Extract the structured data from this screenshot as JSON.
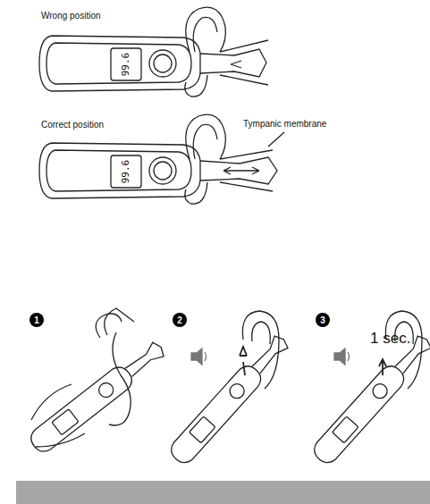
{
  "diagram": {
    "nodes": [
      {
        "text": [
          "1"
        ]
      },
      {
        "text": [
          "2"
        ]
      },
      {
        "text": [
          "3"
        ]
      }
    ],
    "labels": [
      "Wrong position",
      "99.6",
      "Correct position",
      "99.6",
      "Tympanic membrane",
      "1 sec."
    ]
  }
}
